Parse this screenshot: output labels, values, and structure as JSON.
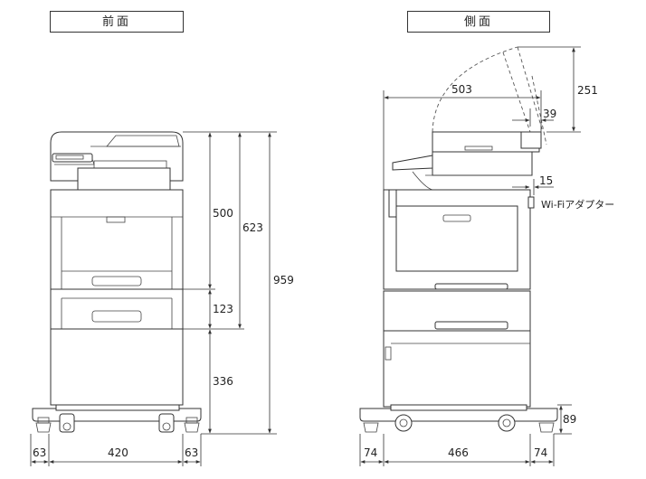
{
  "titles": {
    "front": "前面",
    "side": "側面"
  },
  "front_dims": {
    "h500": "500",
    "h623": "623",
    "h959": "959",
    "h123": "123",
    "h336": "336",
    "w63_left": "63",
    "w420": "420",
    "w63_right": "63"
  },
  "side_dims": {
    "w503": "503",
    "h251": "251",
    "d39": "39",
    "d15": "15",
    "wifi_label": "Wi-Fiアダプター",
    "h89": "89",
    "w74_left": "74",
    "w466": "466",
    "w74_right": "74"
  }
}
